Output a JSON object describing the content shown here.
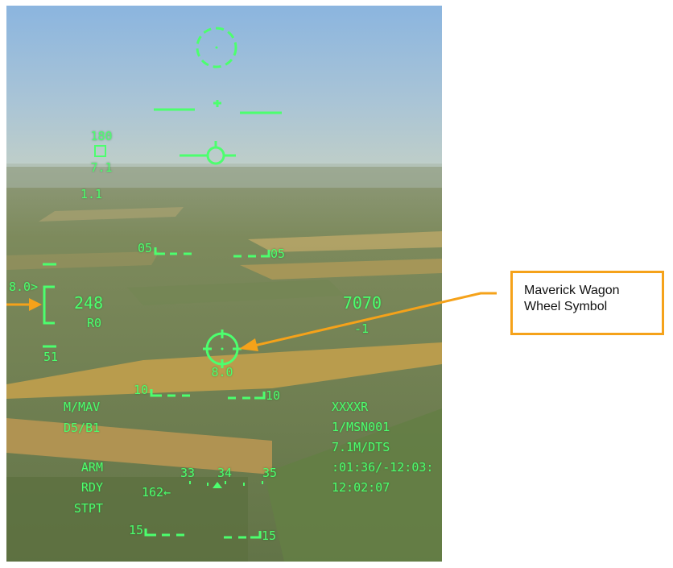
{
  "hud": {
    "ccip_ring": {
      "range_readout": "180",
      "slant_range": "7.1",
      "upper_left_value": "1.1"
    },
    "pitch_ladder": {
      "rung_05_left": "05",
      "rung_05_right": "05",
      "rung_10_left": "10",
      "rung_10_right": "10",
      "rung_15_left": "15",
      "rung_15_right": "15"
    },
    "left_scale": {
      "top_label": "8.0",
      "bottom_label": "51"
    },
    "airspeed": {
      "value": "248",
      "sub": "R0"
    },
    "altitude": {
      "value": "7070",
      "sub": "-1"
    },
    "maverick": {
      "range": "8.0"
    },
    "weapon": {
      "mode": "M/MAV",
      "station": "D5/B1"
    },
    "status": {
      "arm": "ARM",
      "rdy": "RDY",
      "stpt": "STPT"
    },
    "heading": {
      "tick_33": "33",
      "tick_34": "34",
      "tick_35": "35",
      "bug": "162←"
    },
    "info": {
      "line1": "XXXXR",
      "line2": "1/MSN001",
      "line3": "7.1M/DTS",
      "line4": ":01:36/-12:03:",
      "line5": "12:02:07"
    }
  },
  "callout": {
    "line1": "Maverick Wagon",
    "line2": "Wheel Symbol"
  },
  "colors": {
    "hud_green": "#4cff6e",
    "callout_orange": "#f5a21a",
    "sky_top": "#8bb5df",
    "sky_horizon": "#b8cccc",
    "ground": "#6b7d4a"
  }
}
